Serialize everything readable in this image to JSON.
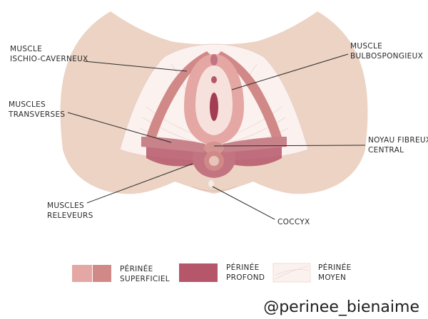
{
  "labels": {
    "ischio": [
      "MUSCLE",
      "ISCHIO-CAVERNEUX"
    ],
    "bulbo": [
      "MUSCLE",
      "BULBOSPONGIEUX"
    ],
    "transverses": [
      "MUSCLES",
      "TRANSVERSES"
    ],
    "noyau": [
      "NOYAU FIBREUX",
      "CENTRAL"
    ],
    "releveurs": [
      "MUSCLES",
      "RELEVEURS"
    ],
    "coccyx": "COCCYX"
  },
  "legend": [
    {
      "lines": [
        "PÉRINÉE",
        "SUPERFICIEL"
      ],
      "colors": [
        "#e4a7a3",
        "#d08987"
      ]
    },
    {
      "lines": [
        "PÉRINÉE",
        "PROFOND"
      ],
      "colors": [
        "#b5566a"
      ]
    },
    {
      "lines": [
        "PÉRINÉE",
        "MOYEN"
      ],
      "colors": [
        "#fbf1ef"
      ]
    }
  ],
  "colors": {
    "skin": "#ecd3c4",
    "superficial_light": "#e4a7a3",
    "superficial_dark": "#d08987",
    "deep": "#b5566a",
    "middle": "#fbf1ef"
  },
  "watermark": "@perinee_bienaime"
}
